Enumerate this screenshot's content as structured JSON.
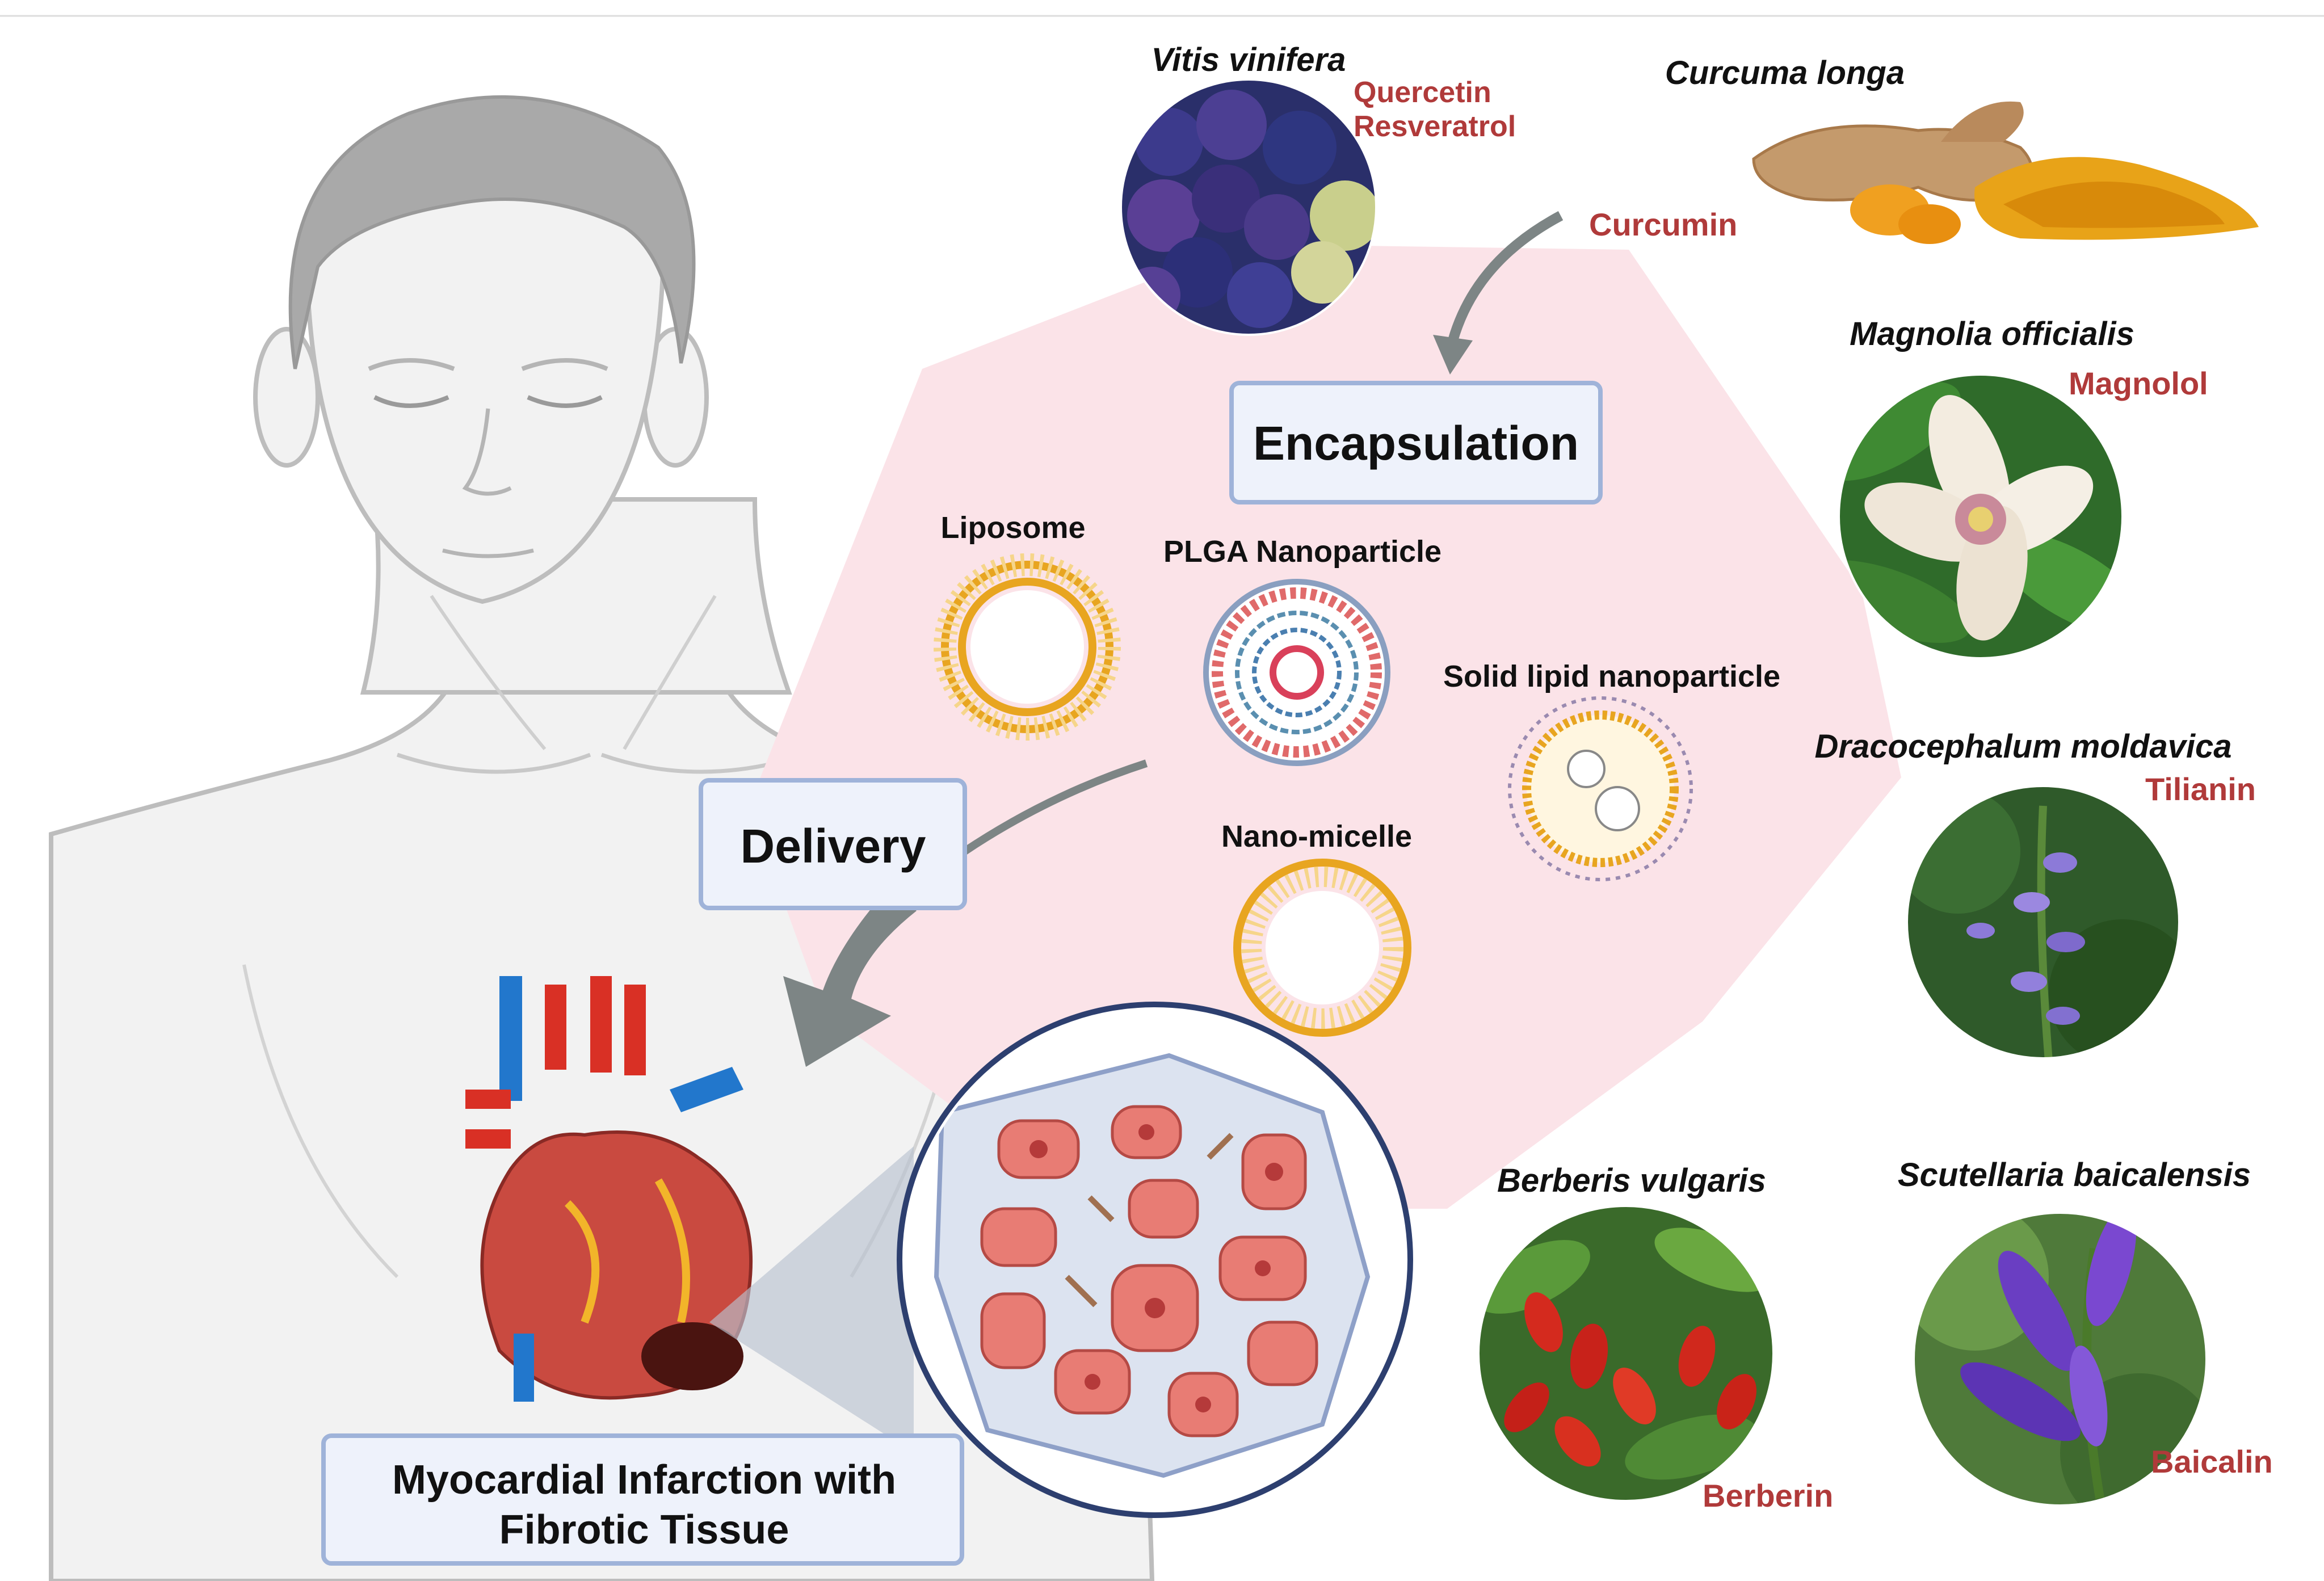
{
  "colors": {
    "compound_text": "#b03a3a",
    "label_text": "#111111",
    "box_fill": "#eef2fb",
    "box_stroke": "#9fb3d9",
    "hexagon_fill": "#fbe3e8",
    "arrow": "#7d8585",
    "body_fill": "#f2f2f2",
    "body_stroke": "#bdbdbd",
    "hair": "#a9a9a9"
  },
  "process": {
    "encapsulation": "Encapsulation",
    "delivery": "Delivery",
    "outcome_line1": "Myocardial Infarction with",
    "outcome_line2": "Fibrotic Tissue"
  },
  "nanocarriers": {
    "liposome": "Liposome",
    "plga": "PLGA Nanoparticle",
    "sln": "Solid lipid nanoparticle",
    "micelle": "Nano-micelle"
  },
  "plants": {
    "vitis": {
      "species": "Vitis vinifera",
      "compound1": "Quercetin",
      "compound2": "Resveratrol",
      "icon": "grapes-photo"
    },
    "curcuma": {
      "species": "Curcuma longa",
      "compound": "Curcumin",
      "icon": "turmeric-photo"
    },
    "magnolia": {
      "species": "Magnolia officialis",
      "compound": "Magnolol",
      "icon": "magnolia-flower-photo"
    },
    "dracocephalum": {
      "species": "Dracocephalum moldavica",
      "compound": "Tilianin",
      "icon": "purple-flower-spike-photo"
    },
    "berberis": {
      "species": "Berberis vulgaris",
      "compound": "Berberin",
      "icon": "red-berries-photo"
    },
    "scutellaria": {
      "species": "Scutellaria baicalensis",
      "compound": "Baicalin",
      "icon": "skullcap-flower-photo"
    }
  }
}
